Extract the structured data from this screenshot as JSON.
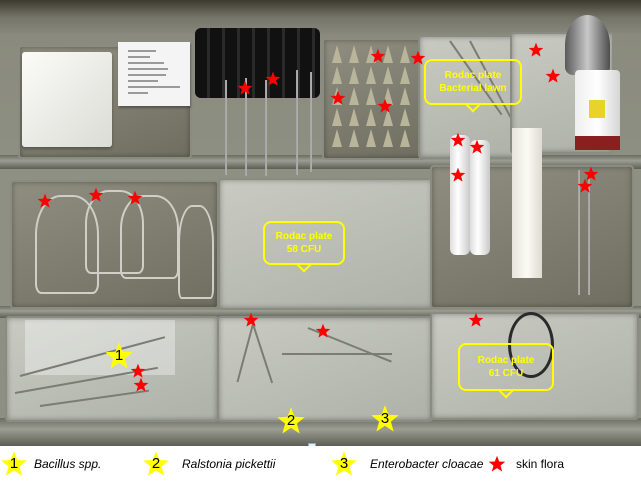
{
  "callouts": {
    "bacterial_lawn": {
      "line1": "Rodac plate",
      "line2": "Bacterial lawn"
    },
    "plate_58": {
      "line1": "Rodac plate",
      "line2": "58  CFU"
    },
    "plate_61": {
      "line1": "Rodac plate",
      "line2": "61  CFU"
    }
  },
  "markers": {
    "numbered": [
      {
        "number": "1",
        "organism": "Bacillus spp."
      },
      {
        "number": "2",
        "organism": "Ralstonia pickettii"
      },
      {
        "number": "3",
        "organism": "Enterobacter cloacae"
      }
    ],
    "skin_flora_count": 21
  },
  "legend": {
    "items": [
      {
        "symbol": "yellow-star",
        "number": "1",
        "label": "Bacillus spp."
      },
      {
        "symbol": "yellow-star",
        "number": "2",
        "label": "Ralstonia pickettii"
      },
      {
        "symbol": "yellow-star",
        "number": "3",
        "label": "Enterobacter cloacae"
      },
      {
        "symbol": "red-star",
        "label": "skin flora"
      }
    ]
  },
  "colors": {
    "skin_flora_star": "#ff0000",
    "numbered_star": "#ffff00",
    "callout": "#ffff00"
  }
}
